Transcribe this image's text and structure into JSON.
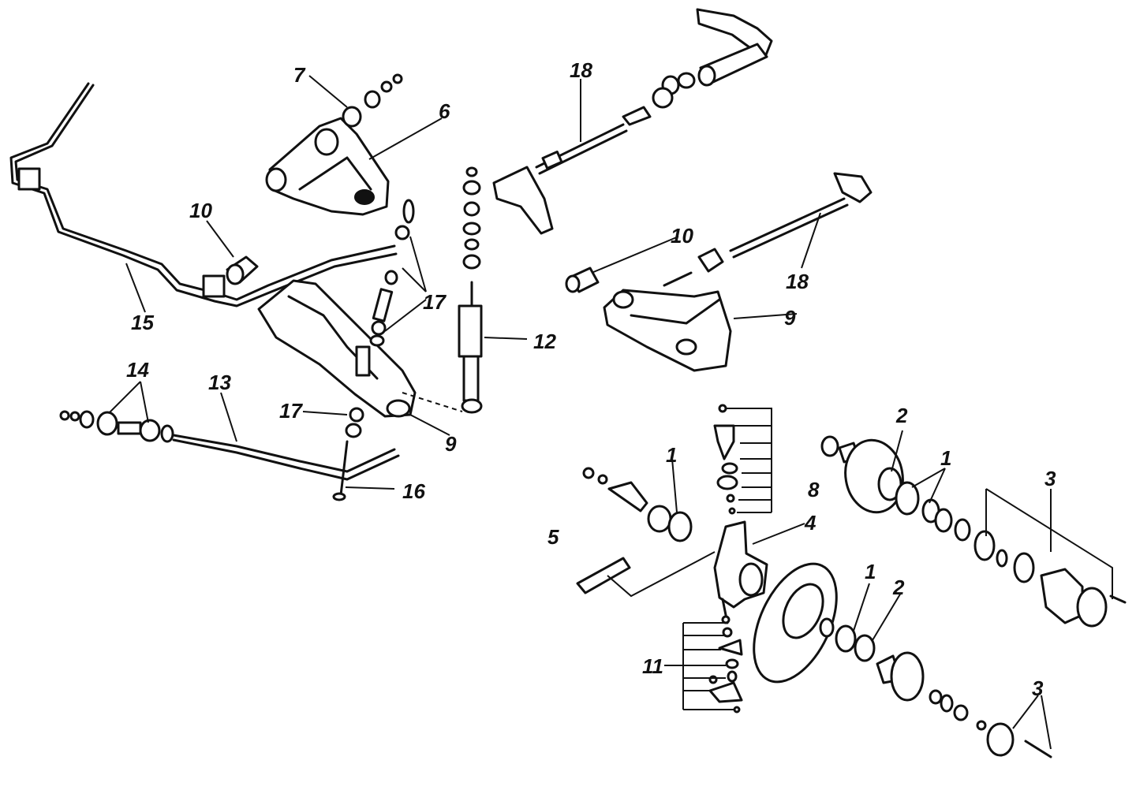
{
  "labels": {
    "l1a": "1",
    "l1b": "1",
    "l1c": "1",
    "l2a": "2",
    "l2b": "2",
    "l3a": "3",
    "l3b": "3",
    "l4": "4",
    "l5": "5",
    "l6": "6",
    "l7": "7",
    "l8": "8",
    "l9a": "9",
    "l9b": "9",
    "l10a": "10",
    "l10b": "10",
    "l11": "11",
    "l12": "12",
    "l13": "13",
    "l14": "14",
    "l15": "15",
    "l16": "16",
    "l17a": "17",
    "l17b": "17",
    "l18a": "18",
    "l18b": "18"
  }
}
